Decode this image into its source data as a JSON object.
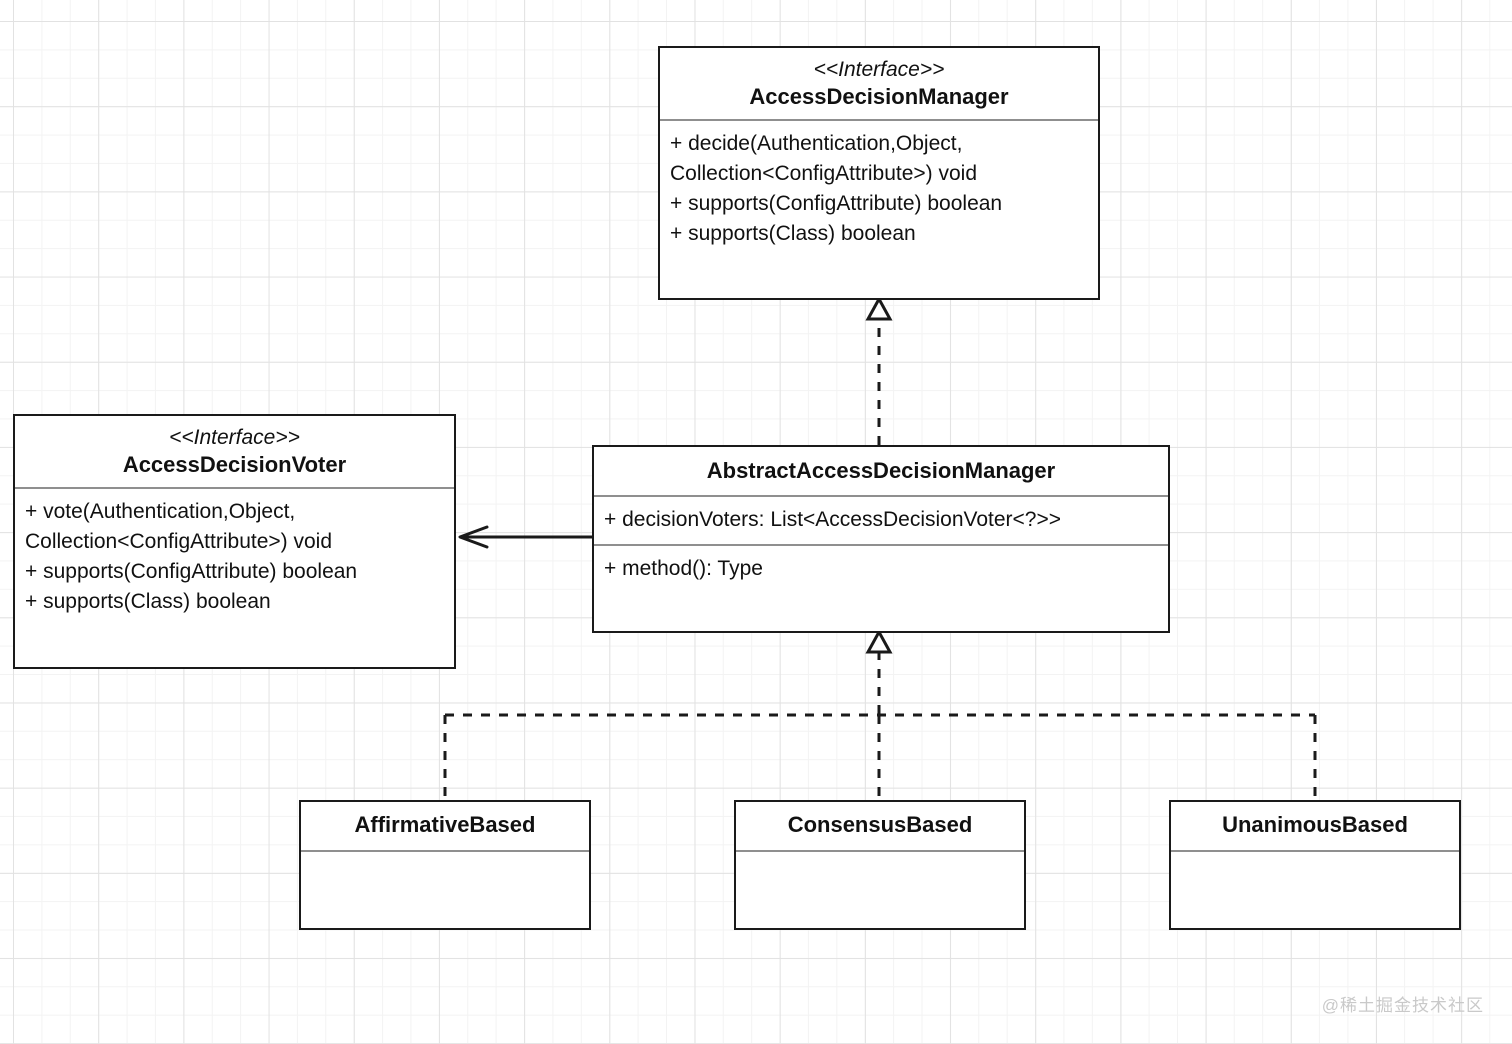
{
  "diagram": {
    "type": "uml-class-diagram",
    "title": "Spring Security AccessDecisionManager class hierarchy",
    "background": {
      "grid": "on",
      "minor_grid_color": "#f3f3f3",
      "major_grid_color": "#e2e2e2",
      "page_color": "#ffffff"
    },
    "stroke_color": "#1a1a1a",
    "divider_color": "#8f8f8f"
  },
  "classes": {
    "access_decision_manager": {
      "stereotype": "<<Interface>>",
      "name": "AccessDecisionManager",
      "attributes": [],
      "methods": [
        "+ decide(Authentication,Object,",
        "Collection<ConfigAttribute>) void",
        "+ supports(ConfigAttribute) boolean",
        "+ supports(Class) boolean"
      ]
    },
    "access_decision_voter": {
      "stereotype": "<<Interface>>",
      "name": "AccessDecisionVoter",
      "attributes": [],
      "methods": [
        "+ vote(Authentication,Object,",
        "Collection<ConfigAttribute>) void",
        "+ supports(ConfigAttribute) boolean",
        "+ supports(Class) boolean"
      ]
    },
    "abstract_access_decision_manager": {
      "stereotype": "",
      "name": "AbstractAccessDecisionManager",
      "attributes": [
        "+ decisionVoters: List<AccessDecisionVoter<?>>"
      ],
      "methods": [
        "+ method(): Type"
      ]
    },
    "affirmative_based": {
      "stereotype": "",
      "name": "AffirmativeBased",
      "attributes": [],
      "methods": []
    },
    "consensus_based": {
      "stereotype": "",
      "name": "ConsensusBased",
      "attributes": [],
      "methods": []
    },
    "unanimous_based": {
      "stereotype": "",
      "name": "UnanimousBased",
      "attributes": [],
      "methods": []
    }
  },
  "relationships": [
    {
      "name": "realization-aadm-to-adm",
      "from": "AbstractAccessDecisionManager",
      "to": "AccessDecisionManager",
      "kind": "realization",
      "line": "dashed",
      "arrowhead": "hollow-triangle"
    },
    {
      "name": "association-aadm-to-adv",
      "from": "AbstractAccessDecisionManager",
      "to": "AccessDecisionVoter",
      "kind": "association",
      "line": "solid",
      "arrowhead": "open-arrow"
    },
    {
      "name": "generalization-affirmative-to-aadm",
      "from": "AffirmativeBased",
      "to": "AbstractAccessDecisionManager",
      "kind": "generalization",
      "line": "dashed",
      "arrowhead": "hollow-triangle"
    },
    {
      "name": "generalization-consensus-to-aadm",
      "from": "ConsensusBased",
      "to": "AbstractAccessDecisionManager",
      "kind": "generalization",
      "line": "dashed",
      "arrowhead": "hollow-triangle"
    },
    {
      "name": "generalization-unanimous-to-aadm",
      "from": "UnanimousBased",
      "to": "AbstractAccessDecisionManager",
      "kind": "generalization",
      "line": "dashed",
      "arrowhead": "hollow-triangle"
    }
  ],
  "watermark": {
    "text": "@稀土掘金技术社区",
    "color": "#c9c9c9"
  }
}
